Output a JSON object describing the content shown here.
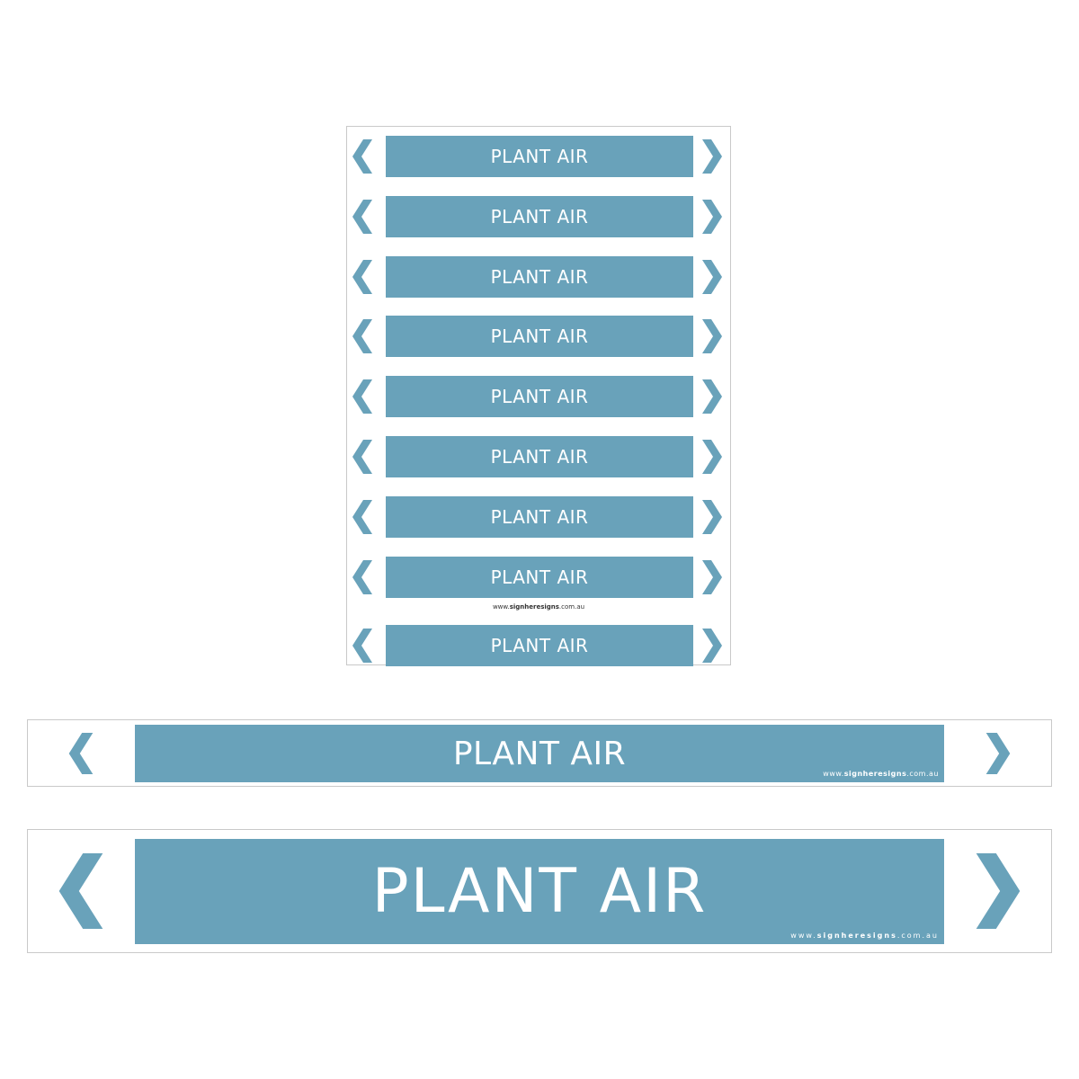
{
  "label": "PLANT AIR",
  "website": {
    "prefix": "www.",
    "brand": "signheresigns",
    "suffix": ".com.au"
  },
  "color": "#69a2ba",
  "sheet_count": 9,
  "icons": {
    "left": "chevron-left-icon",
    "right": "chevron-right-icon"
  }
}
